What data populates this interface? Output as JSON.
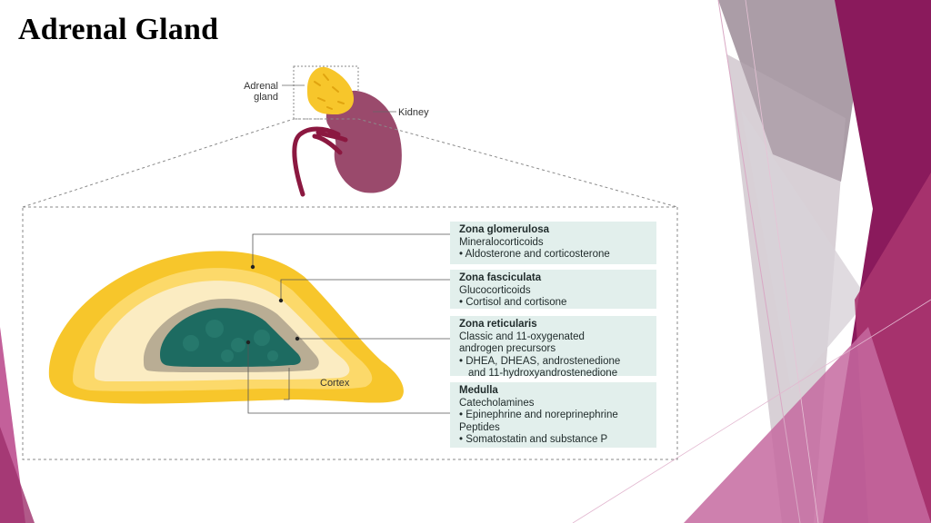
{
  "slide": {
    "title": "Adrenal Gland"
  },
  "diagram": {
    "top_labels": {
      "adrenal_line1": "Adrenal",
      "adrenal_line2": "gland",
      "kidney": "Kidney"
    },
    "cortex_label": "Cortex",
    "zones": [
      {
        "name": "Zona glomerulosa",
        "hormone_class": "Mineralocorticoids",
        "bullets": [
          "Aldosterone and corticosterone"
        ]
      },
      {
        "name": "Zona fasciculata",
        "hormone_class": "Glucocorticoids",
        "bullets": [
          "Cortisol and cortisone"
        ]
      },
      {
        "name": "Zona reticularis",
        "hormone_class_line1": "Classic and 11-oxygenated",
        "hormone_class_line2": "androgen precursors",
        "bullets": [
          "DHEA, DHEAS, androstenedione",
          "and 11-hydroxyandrostenedione"
        ]
      },
      {
        "name": "Medulla",
        "hormone_class": "Catecholamines",
        "bullets": [
          "Epinephrine and noreprinephrine"
        ],
        "hormone_class_2": "Peptides",
        "bullets_2": [
          "Somatostatin and substance P"
        ]
      }
    ]
  },
  "colors": {
    "glomerulosa": "#f7c62b",
    "fasciculata": "#fbecc2",
    "reticularis": "#b9ad94",
    "medulla": "#1d6b61",
    "kidney": "#9a4a6c",
    "vessel": "#8b1840",
    "accent_magenta": "#8a1a5c"
  }
}
